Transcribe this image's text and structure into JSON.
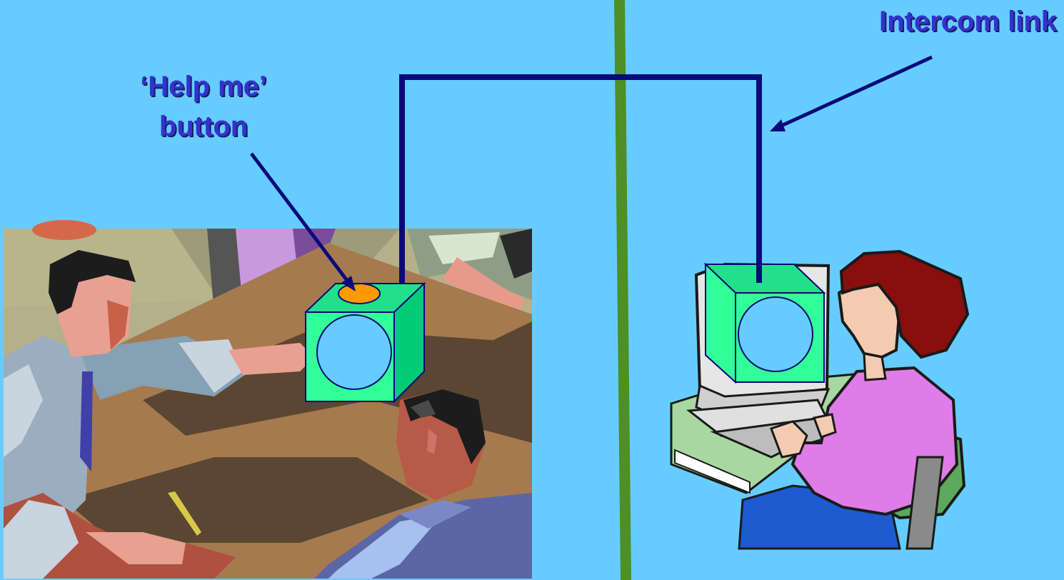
{
  "labels": {
    "help_button_line1": "‘Help me’",
    "help_button_line2": "button",
    "intercom": "Intercom link"
  },
  "colors": {
    "background": "#66CCFF",
    "divider": "#4E8F26",
    "link_wire": "#0A0A7A",
    "cube_front": "#33FF99",
    "cube_top": "#22E08A",
    "cube_side": "#00CC77",
    "screen": "#66CCFF",
    "help_button": "#FF9900",
    "label_text": "#3333CC"
  },
  "icons": {
    "left_scene": "meeting-clipart",
    "right_scene": "woman-at-computer-clipart",
    "device": "intercom-cube"
  }
}
